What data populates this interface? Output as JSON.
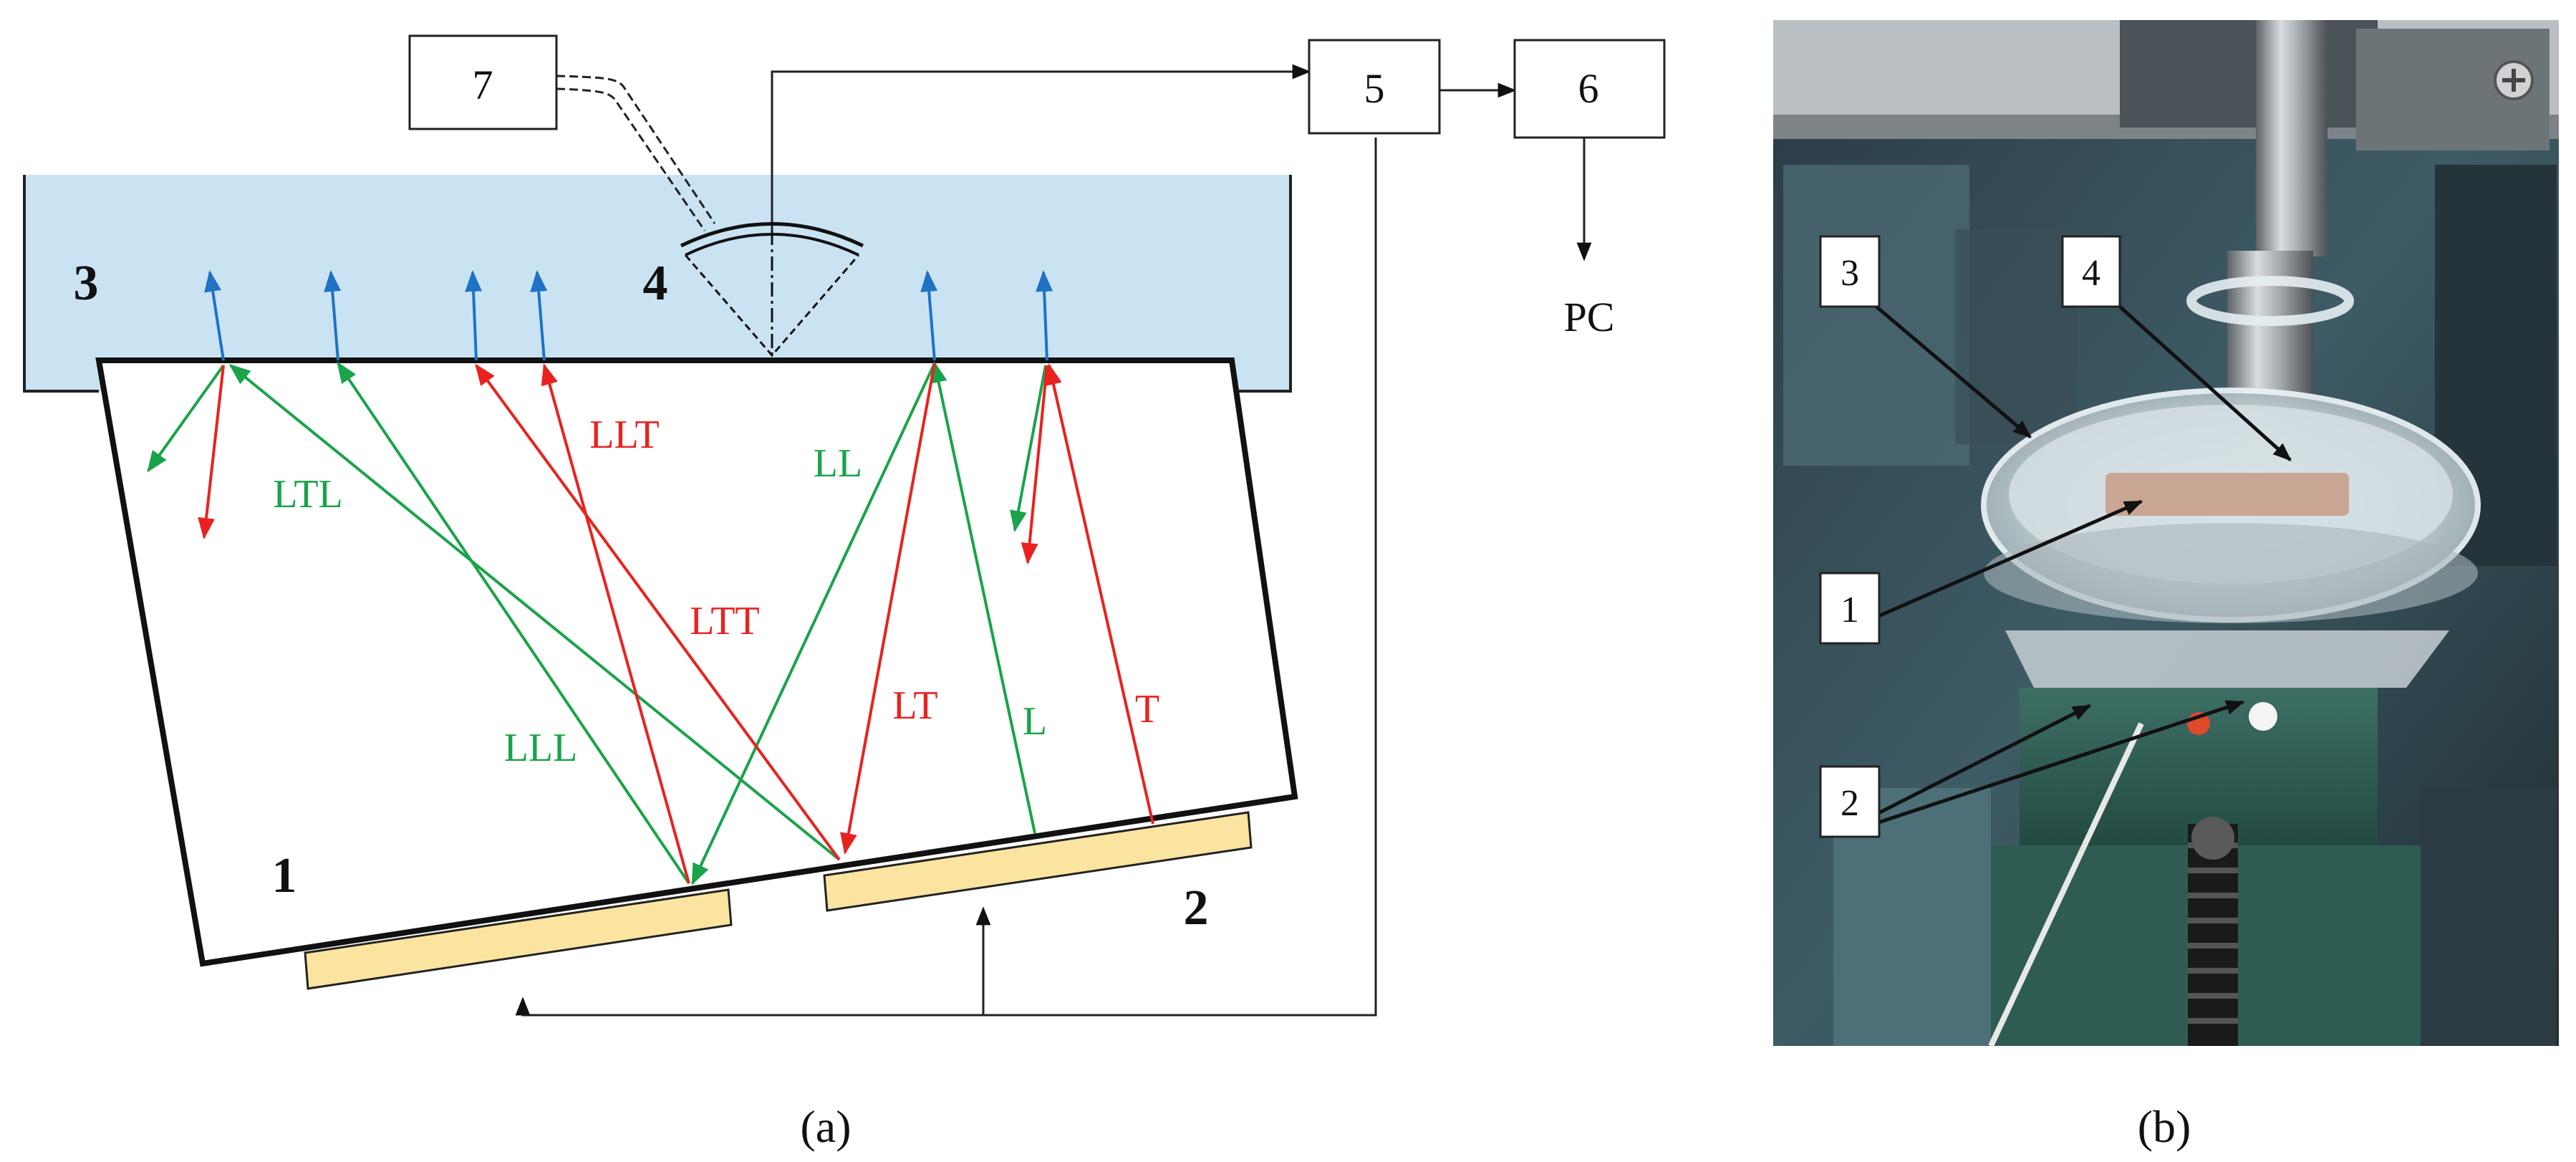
{
  "diagram_a": {
    "parts": {
      "specimen": "1",
      "transducers": "2",
      "bath": "3",
      "probe": "4",
      "unit5": "5",
      "unit6": "6",
      "unit7": "7",
      "pc": "PC"
    },
    "waves": {
      "LTL": "LTL",
      "LLT": "LLT",
      "LL": "LL",
      "LTT": "LTT",
      "LT": "LT",
      "L": "L",
      "T": "T",
      "LLL": "LLL"
    },
    "colors": {
      "water": "#c9e3f3",
      "transducer": "#fbe4a0",
      "green_wave": "#1aa34a",
      "red_wave": "#e8221f",
      "blue_wave": "#1f72c4"
    }
  },
  "photo_b": {
    "callouts": {
      "c3": "3",
      "c4": "4",
      "c1": "1",
      "c2": "2"
    }
  },
  "captions": {
    "a": "(a)",
    "b": "(b)"
  }
}
